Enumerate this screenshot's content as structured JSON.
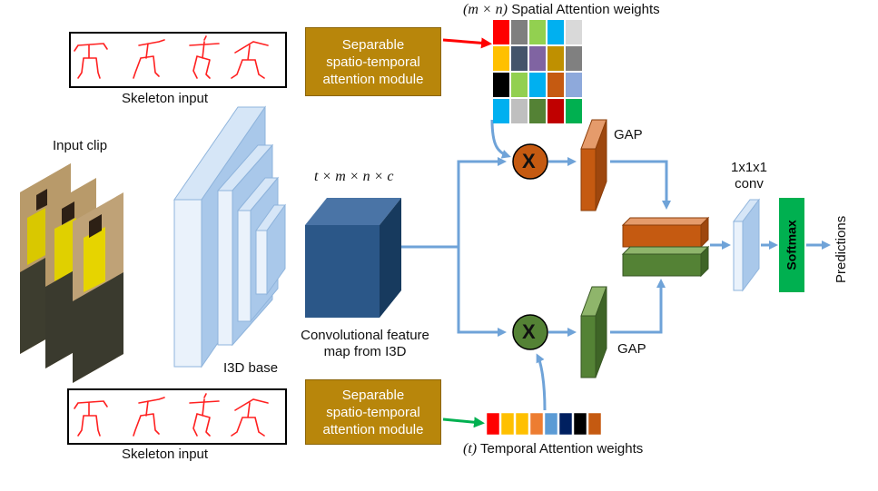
{
  "labels": {
    "spatial_weights": "Spatial Attention weights",
    "spatial_weights_math": "(m × n)",
    "temporal_weights": "Temporal Attention weights",
    "temporal_weights_math": "(t)",
    "skeleton_input_top": "Skeleton input",
    "skeleton_input_bottom": "Skeleton input",
    "input_clip": "Input clip",
    "i3d_base": "I3D base",
    "feature_dims": "t × m × n × c",
    "feature_map": "Convolutional feature\nmap from I3D",
    "gap_top": "GAP",
    "gap_bottom": "GAP",
    "conv": "1x1x1\nconv",
    "softmax": "Softmax",
    "predictions": "Predictions",
    "multiply_top": "X",
    "multiply_bottom": "X"
  },
  "modules": {
    "top": "Separable\nspatio-temporal\nattention module",
    "bottom": "Separable\nspatio-temporal\nattention module"
  },
  "colors": {
    "module": "#b8860b",
    "arrow_blue": "#6fa3d8",
    "arrow_red": "#ff0000",
    "arrow_green": "#00b050",
    "feature_cube": "#1f4e79",
    "orange": "#c55a11",
    "green_dark": "#548235",
    "softmax": "#00b050"
  },
  "spatial_grid": [
    [
      "#ff0000",
      "#7f7f7f",
      "#92d050",
      "#00b0f0",
      "#d9d9d9"
    ],
    [
      "#ffc000",
      "#44546a",
      "#8064a2",
      "#bf9000",
      "#808080"
    ],
    [
      "#000000",
      "#92d050",
      "#00b0f0",
      "#c55a11",
      "#8ea9db"
    ],
    [
      "#00b0f0",
      "#bfbfbf",
      "#548235",
      "#c00000",
      "#00b050"
    ]
  ],
  "temporal_strip": [
    "#ff0000",
    "#ffc000",
    "#ffc000",
    "#ed7d31",
    "#5b9bd5",
    "#002060",
    "#000000",
    "#c55a11"
  ]
}
